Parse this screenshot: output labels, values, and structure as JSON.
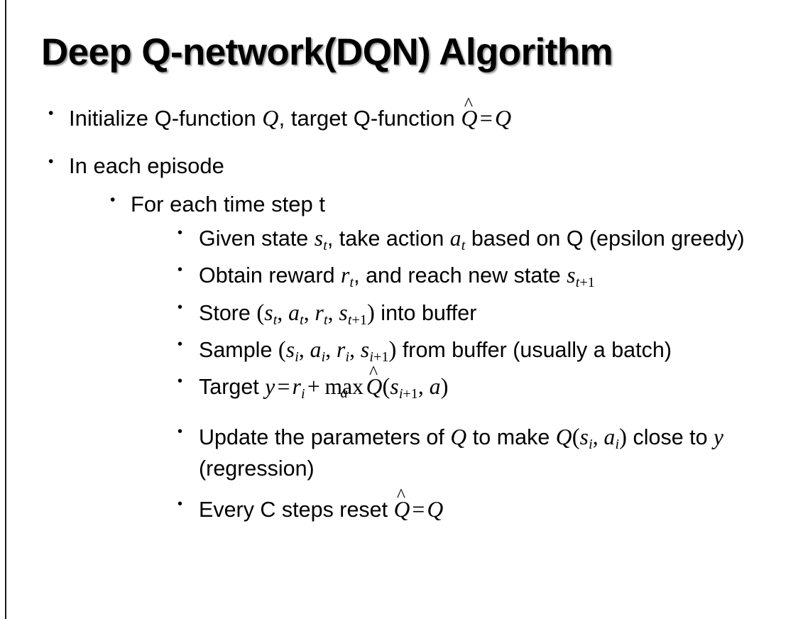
{
  "slide": {
    "title": "Deep Q-network(DQN) Algorithm",
    "background_color": "#ffffff",
    "text_color": "#000000",
    "left_rule_color": "#1a1a1a",
    "bullet_glyph": "•"
  },
  "content": {
    "l1_initialize": {
      "pre": "Initialize Q-function ",
      "var_q1": "Q",
      "mid": ", target Q-function ",
      "hat_q": "Q",
      "hat_mark": "^",
      "equals": "=",
      "var_q2": "Q"
    },
    "l1_episode": {
      "text": "In each episode"
    },
    "l2_timestep": {
      "text": "For each time step t"
    },
    "l3_given": {
      "pre": "Given state ",
      "var_s": "s",
      "sub_s": "t",
      "mid": ", take action ",
      "var_a": "a",
      "sub_a": "t",
      "post": " based on Q (epsilon greedy)"
    },
    "l3_obtain": {
      "pre": "Obtain reward ",
      "var_r": "r",
      "sub_r": "t",
      "mid": ", and reach new state ",
      "var_s": "s",
      "sub_s_var": "t",
      "sub_s_up": "+1"
    },
    "l3_store": {
      "pre": "Store ",
      "open": "(",
      "var_s1": "s",
      "sub_s1": "t",
      "c1": ", ",
      "var_a": "a",
      "sub_a": "t",
      "c2": ", ",
      "var_r": "r",
      "sub_r": "t",
      "c3": ", ",
      "var_s2": "s",
      "sub_s2_var": "t",
      "sub_s2_up": "+1",
      "close": ")",
      "post": " into buffer"
    },
    "l3_sample": {
      "pre": "Sample ",
      "open": "(",
      "var_s1": "s",
      "sub_s1": "i",
      "c1": ", ",
      "var_a": "a",
      "sub_a": "i",
      "c2": ", ",
      "var_r": "r",
      "sub_r": "i",
      "c3": ", ",
      "var_s2": "s",
      "sub_s2_var": "i",
      "sub_s2_up": "+1",
      "close": ")",
      "post": " from buffer (usually a batch)"
    },
    "l3_target": {
      "pre": "Target ",
      "var_y": "y",
      "equals": "=",
      "var_r": "r",
      "sub_r": "i",
      "plus": "+",
      "max_label": "max",
      "max_under": "a",
      "hat_q": "Q",
      "hat_mark": "^",
      "open": "(",
      "var_s": "s",
      "sub_s_var": "i",
      "sub_s_up": "+1",
      "comma": ", ",
      "var_a": "a",
      "close": ")"
    },
    "l3_update": {
      "pre": "Update the parameters of ",
      "var_q1": "Q",
      "mid": " to make ",
      "var_q2": "Q",
      "open": "(",
      "var_s": "s",
      "sub_s": "i",
      "comma": ", ",
      "var_a": "a",
      "sub_a": "i",
      "close": ")",
      "post": " close to ",
      "var_y": "y",
      "tail": " (regression)"
    },
    "l3_reset": {
      "pre": "Every C steps reset ",
      "hat_q": "Q",
      "hat_mark": "^",
      "equals": "=",
      "var_q": "Q"
    }
  }
}
